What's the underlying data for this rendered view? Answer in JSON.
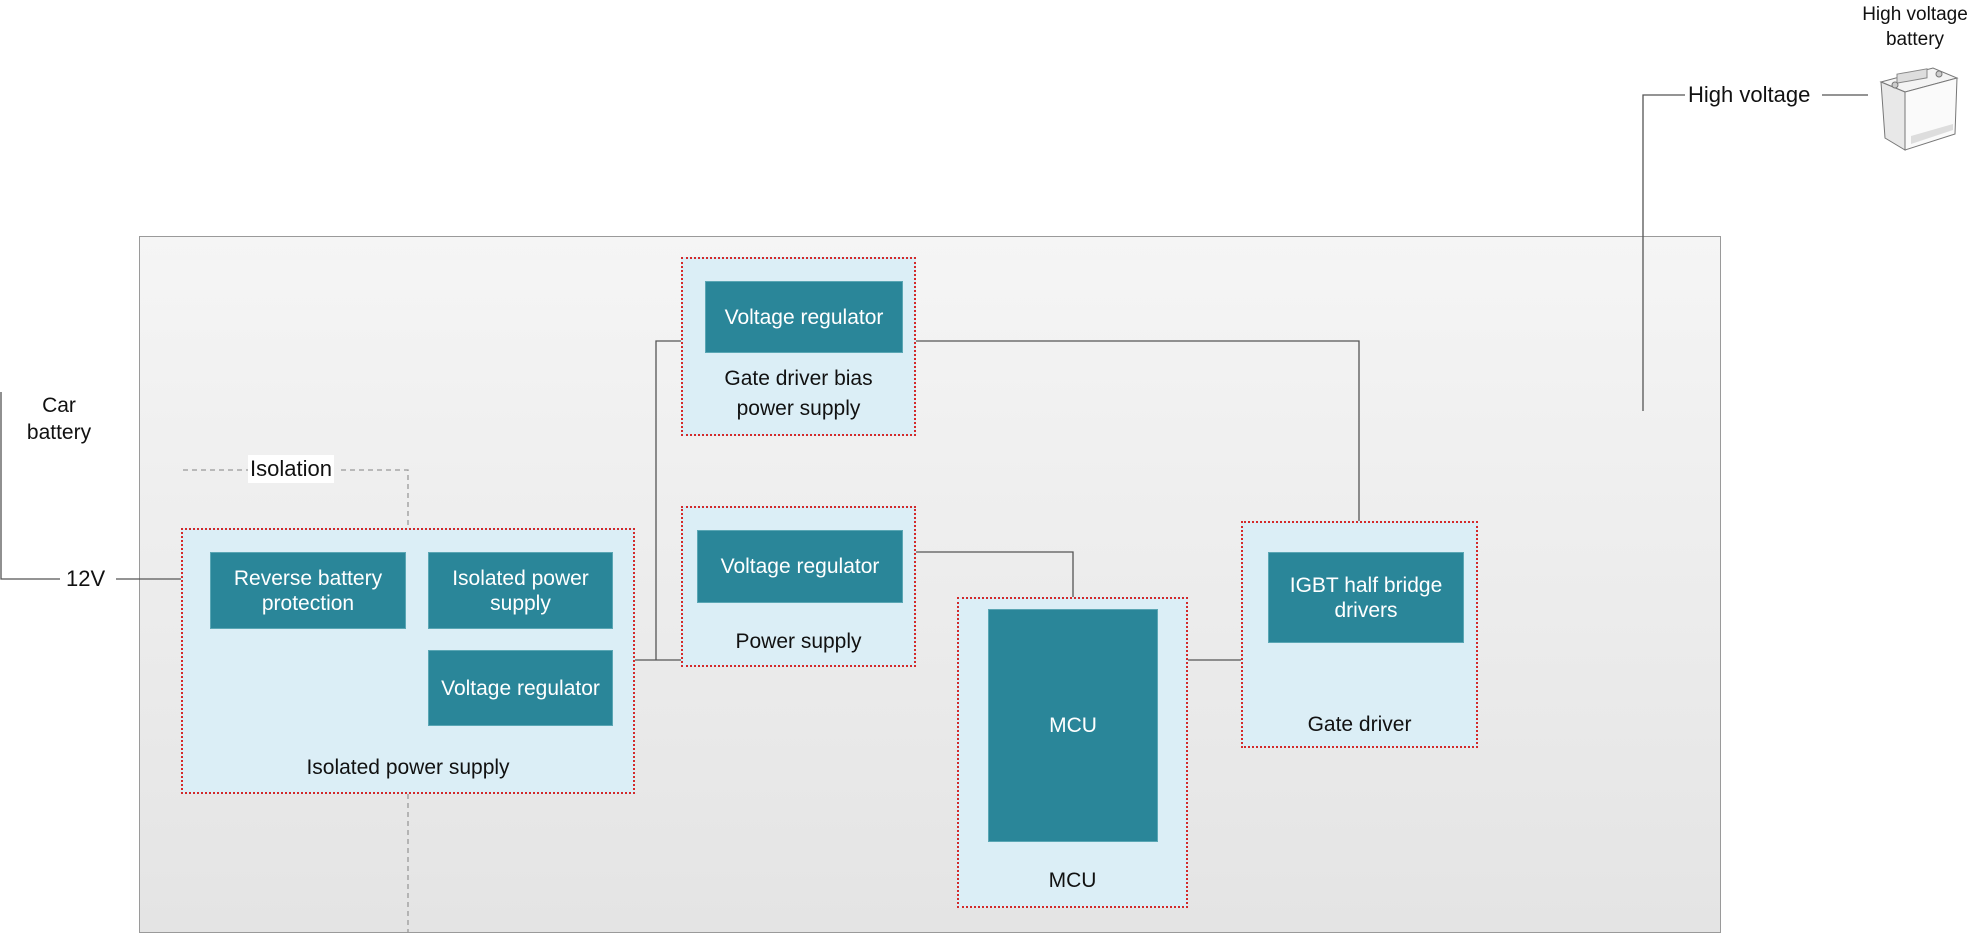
{
  "external": {
    "car_battery_label": "Car battery",
    "voltage_12v": "12V",
    "isolation_label": "Isolation",
    "high_voltage_label": "High voltage",
    "high_voltage_battery_label": "High voltage battery"
  },
  "groups": {
    "isolated_power_supply": {
      "label": "Isolated power supply",
      "blocks": [
        "Reverse battery protection",
        "Isolated power supply",
        "Voltage regulator"
      ]
    },
    "gate_driver_bias": {
      "label": "Gate driver bias power supply",
      "blocks": [
        "Voltage regulator"
      ]
    },
    "power_supply": {
      "label": "Power supply",
      "blocks": [
        "Voltage regulator"
      ]
    },
    "mcu": {
      "label": "MCU",
      "blocks": [
        "MCU"
      ]
    },
    "gate_driver": {
      "label": "Gate driver",
      "blocks": [
        "IGBT half bridge drivers"
      ]
    }
  },
  "colors": {
    "block": "#2a8699",
    "group_fill": "#dbeef6",
    "group_border": "#d42a2a"
  },
  "icons": {
    "battery": "car-battery-icon"
  }
}
